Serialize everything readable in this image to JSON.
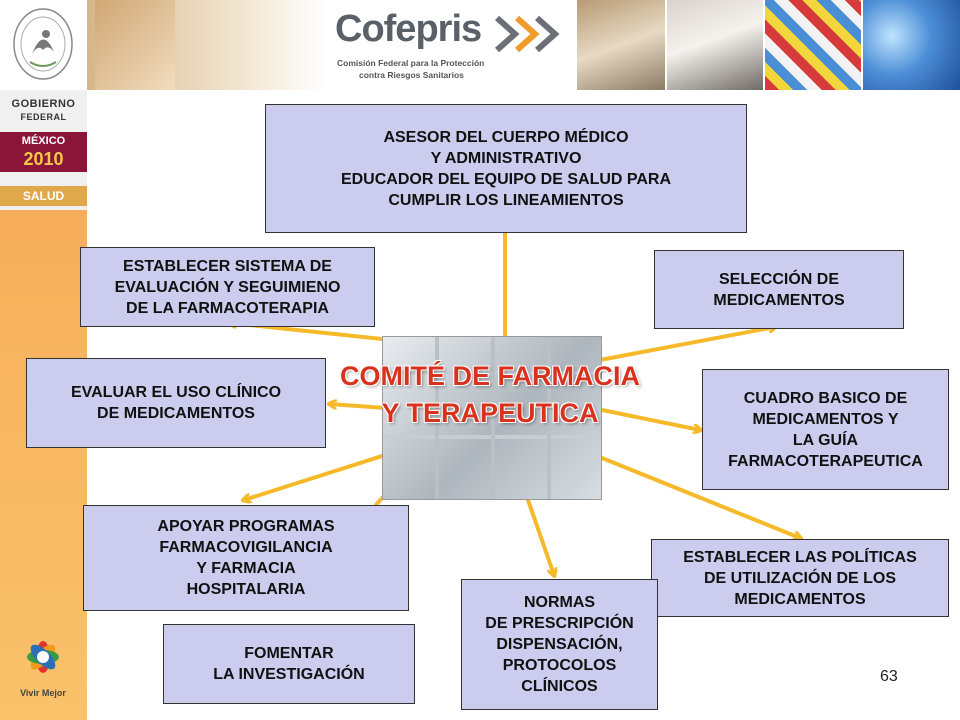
{
  "header": {
    "brand": "Cofepris",
    "brand_sub_1": "Comisión Federal para la Protección",
    "brand_sub_2": "contra Riesgos Sanitarios"
  },
  "sidebar": {
    "gobierno_1": "GOBIERNO",
    "gobierno_2": "FEDERAL",
    "mexico": "MÉXICO",
    "year": "2010",
    "salud": "SALUD",
    "vivir_mejor": "Vivir Mejor"
  },
  "diagram": {
    "center": {
      "lines": [
        "COMITÉ DE FARMACIA",
        "Y TERAPEUTICA"
      ]
    },
    "nodes": {
      "asesor": [
        "ASESOR DEL CUERPO MÉDICO",
        "Y ADMINISTRATIVO",
        "EDUCADOR DEL EQUIPO DE SALUD PARA",
        "CUMPLIR LOS LINEAMIENTOS"
      ],
      "establecer_sistema": [
        "ESTABLECER SISTEMA DE",
        "EVALUACIÓN Y SEGUIMIENO",
        "DE LA FARMACOTERAPIA"
      ],
      "seleccion": [
        "SELECCIÓN DE",
        "MEDICAMENTOS"
      ],
      "evaluar": [
        "EVALUAR EL USO CLÍNICO",
        "DE MEDICAMENTOS"
      ],
      "cuadro": [
        "CUADRO BASICO DE",
        "MEDICAMENTOS Y",
        "LA GUÍA",
        "FARMACOTERAPEUTICA"
      ],
      "apoyar": [
        "APOYAR PROGRAMAS",
        "FARMACOVIGILANCIA",
        "Y FARMACIA",
        "HOSPITALARIA"
      ],
      "politicas": [
        "ESTABLECER LAS POLÍTICAS",
        "DE UTILIZACIÓN DE LOS",
        "MEDICAMENTOS"
      ],
      "normas": [
        "NORMAS",
        "DE PRESCRIPCIÓN",
        "DISPENSACIÓN,",
        "PROTOCOLOS",
        "CLÍNICOS"
      ],
      "fomentar": [
        "FOMENTAR",
        "LA INVESTIGACIÓN"
      ]
    }
  },
  "page_number": "63",
  "colors": {
    "node_fill": "#ccccee",
    "arrow": "#f5b92a",
    "title": "#d8321e",
    "strip": "#f7b15c"
  }
}
